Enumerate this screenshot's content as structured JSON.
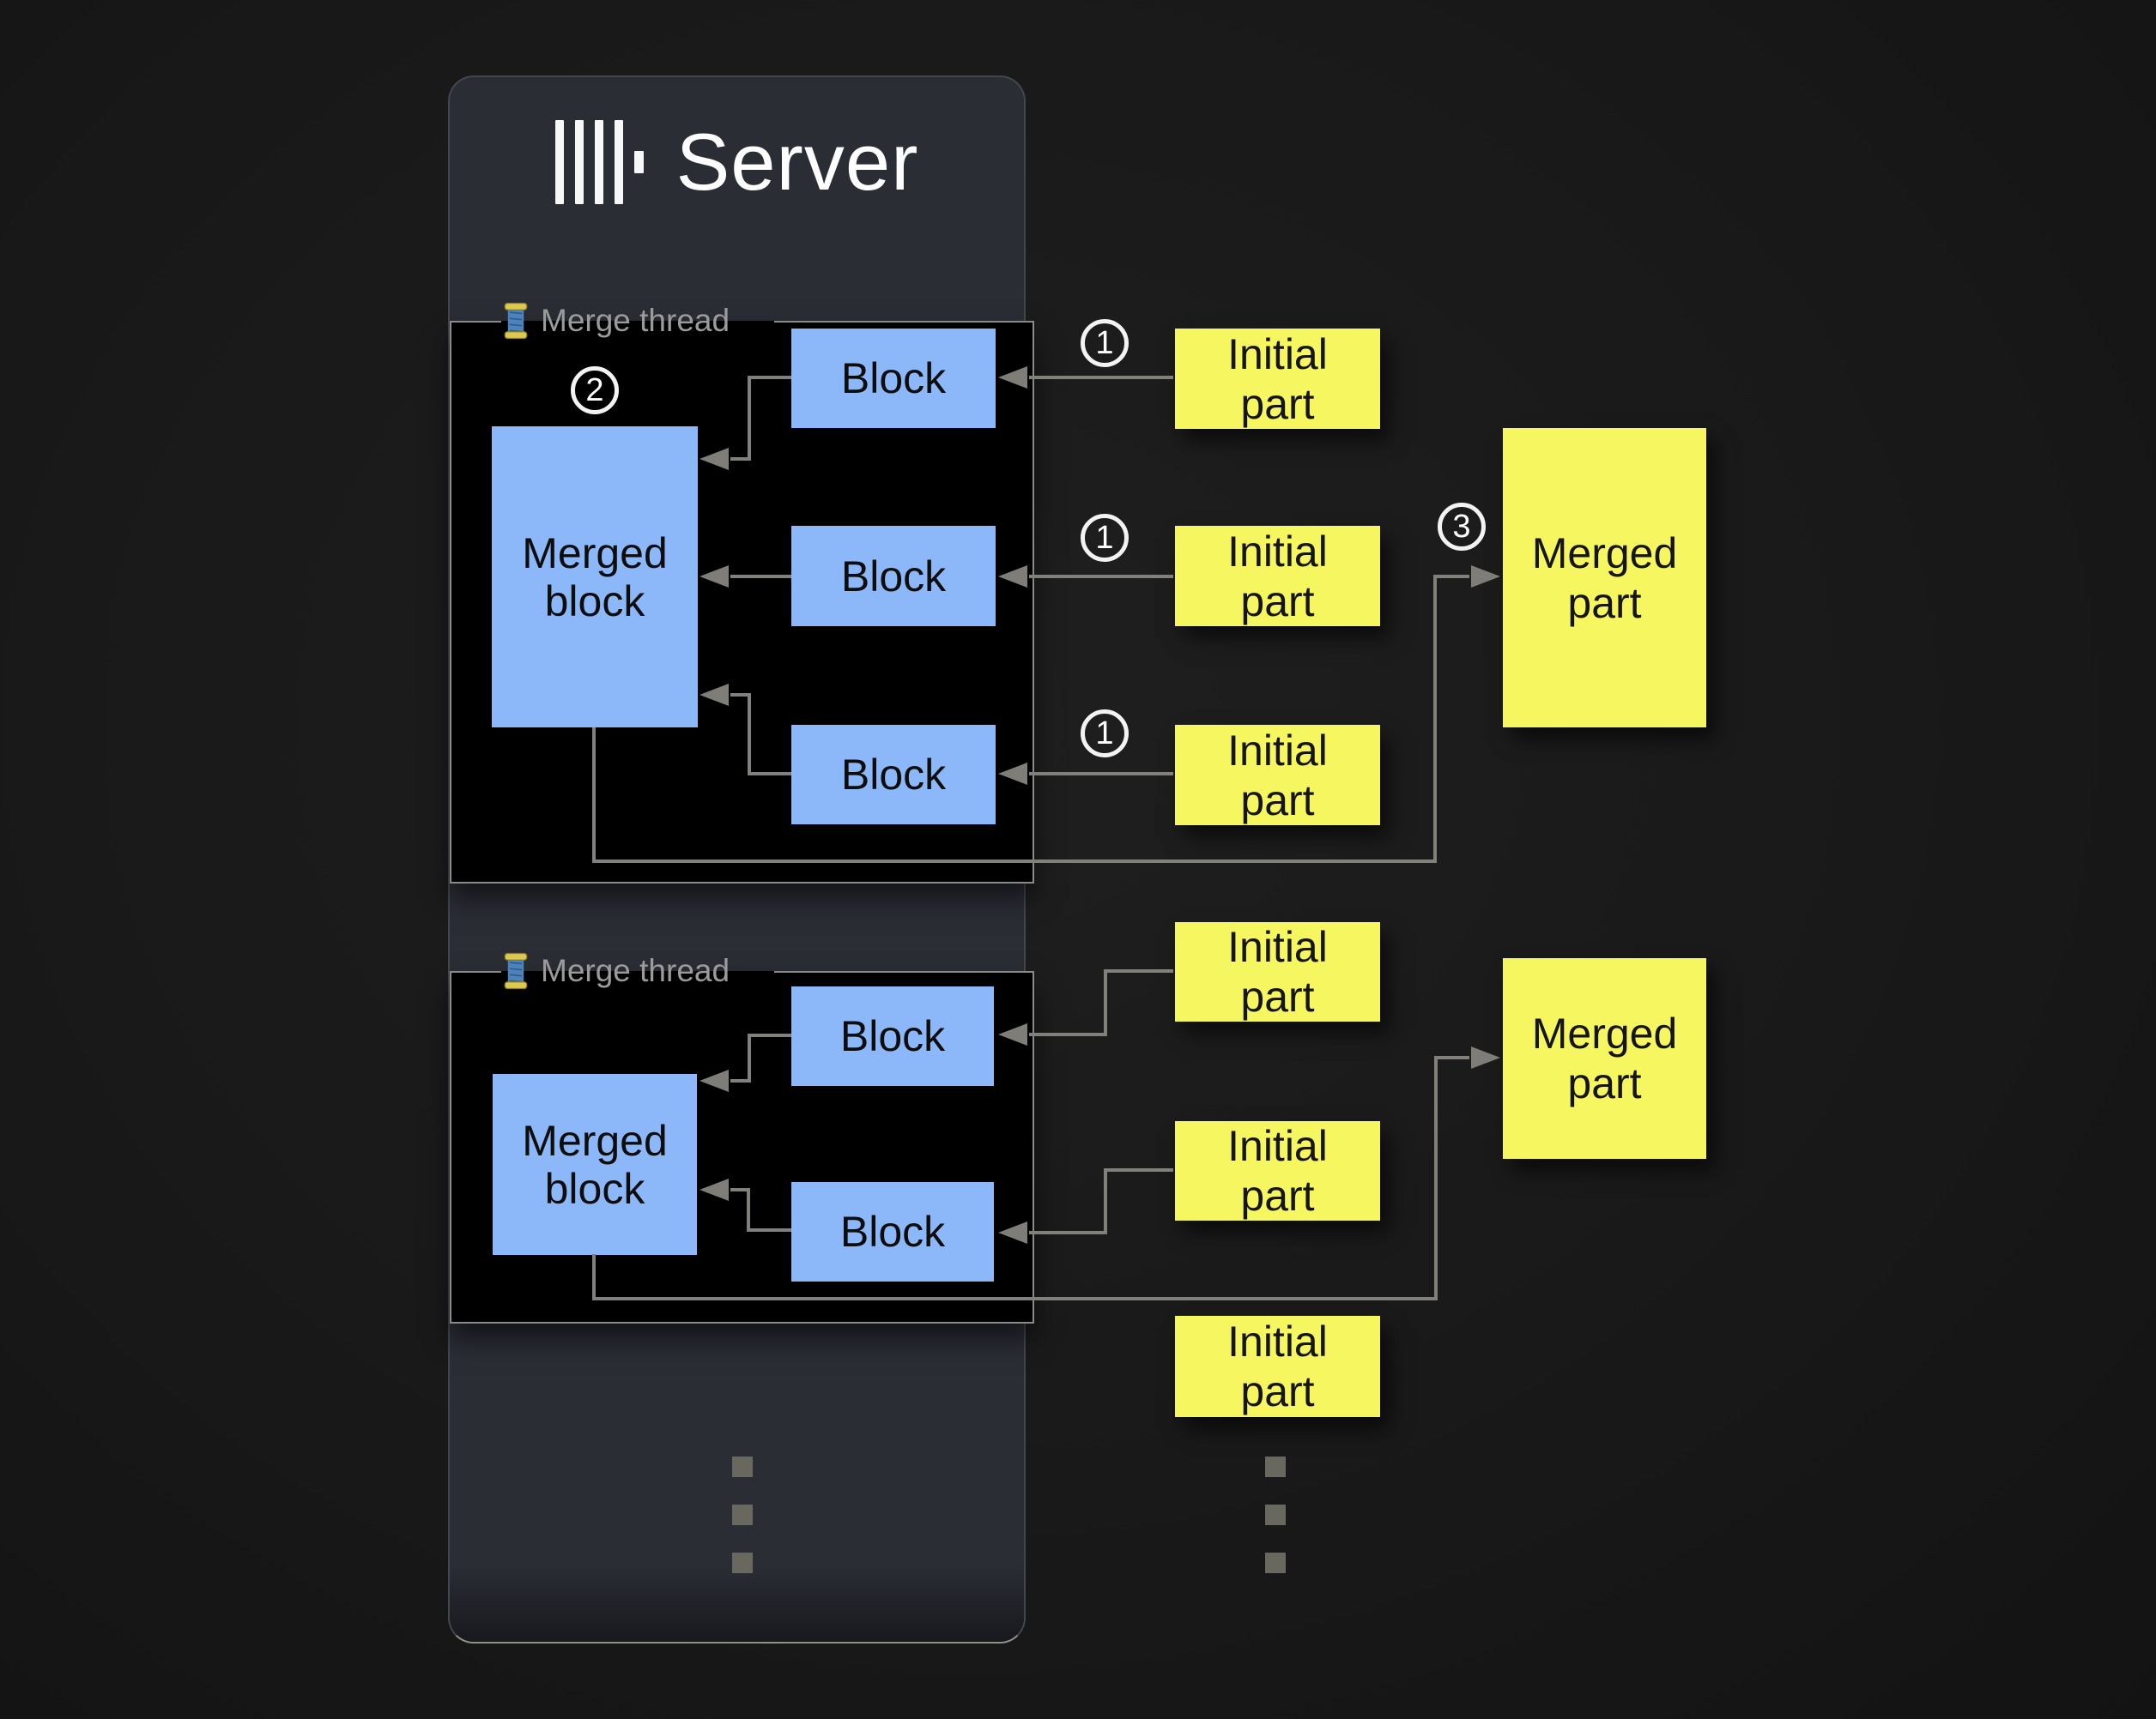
{
  "server": {
    "title": "Server"
  },
  "threads": [
    {
      "label": "Merge thread",
      "badge": "2",
      "merged_block": "Merged block",
      "blocks": [
        "Block",
        "Block",
        "Block"
      ]
    },
    {
      "label": "Merge thread",
      "merged_block": "Merged block",
      "blocks": [
        "Block",
        "Block"
      ]
    }
  ],
  "parts": {
    "top": {
      "initial": [
        {
          "badge": "1",
          "label": "Initial part"
        },
        {
          "badge": "1",
          "label": "Initial part"
        },
        {
          "badge": "1",
          "label": "Initial part"
        }
      ],
      "merged": {
        "badge": "3",
        "label": "Merged part"
      }
    },
    "bottom": {
      "initial": [
        {
          "label": "Initial part"
        },
        {
          "label": "Initial part"
        },
        {
          "label": "Initial part"
        }
      ],
      "merged": {
        "label": "Merged part"
      }
    }
  },
  "icons": {
    "logo": "clickhouse-bars-logo",
    "thread": "thread-spool-icon"
  },
  "colors": {
    "background": "#1a1a1a",
    "panel": "#2b2d35",
    "thread_box": "#000000",
    "block_blue": "#8cb8f9",
    "part_yellow": "#f6f660",
    "line_gray": "#81807a",
    "border_gray": "#8a8a8a",
    "label_gray": "#9b9b9b",
    "badge_white": "#ffffff"
  }
}
